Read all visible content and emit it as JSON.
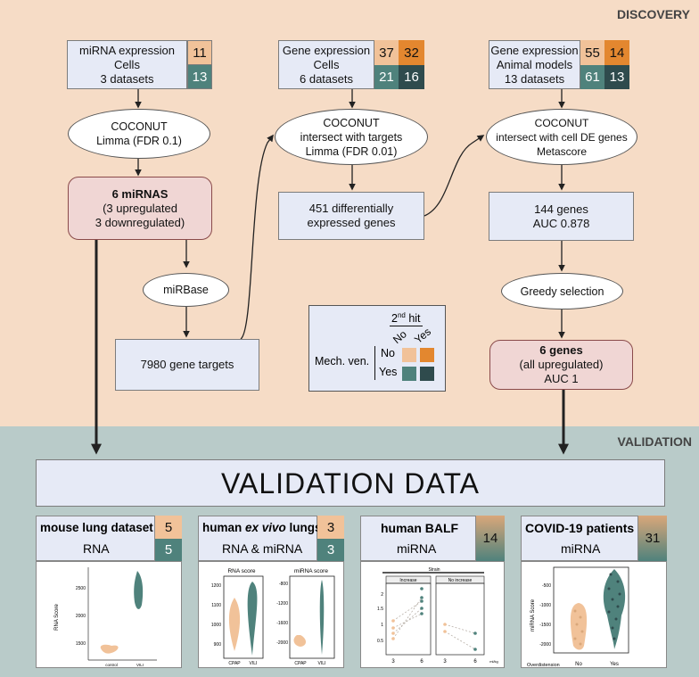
{
  "sections": {
    "discovery": "DISCOVERY",
    "validation": "VALIDATION"
  },
  "col1": {
    "input_lines": [
      "miRNA expression",
      "Cells",
      "3 datasets"
    ],
    "counts": {
      "top": "11",
      "bottom": "13"
    },
    "method_lines": [
      "COCONUT",
      "Limma (FDR 0.1)"
    ],
    "result_title": "6 miRNAS",
    "result_lines": [
      "(3 upregulated",
      "3 downregulated)"
    ],
    "db": "miRBase",
    "targets": "7980 gene targets"
  },
  "col2": {
    "input_lines": [
      "Gene expression",
      "Cells",
      "6 datasets"
    ],
    "counts": {
      "tl": "37",
      "tr": "32",
      "bl": "21",
      "br": "16"
    },
    "method_lines": [
      "COCONUT",
      "intersect with targets",
      "Limma (FDR 0.01)"
    ],
    "result_lines": [
      "451 differentially",
      "expressed genes"
    ]
  },
  "col3": {
    "input_lines": [
      "Gene expression",
      "Animal models",
      "13 datasets"
    ],
    "counts": {
      "tl": "55",
      "tr": "14",
      "bl": "61",
      "br": "13"
    },
    "method_lines": [
      "COCONUT",
      "intersect with cell DE genes",
      "Metascore"
    ],
    "result_lines": [
      "144 genes",
      "AUC 0.878"
    ],
    "selection": "Greedy selection",
    "final_title": "6 genes",
    "final_lines": [
      "(all upregulated)",
      "AUC 1"
    ]
  },
  "legend": {
    "hit_label": "2",
    "hit_sup": "nd",
    "hit_suffix": " hit",
    "col_no": "No",
    "col_yes": "Yes",
    "row_label": "Mech. ven.",
    "row_no": "No",
    "row_yes": "Yes"
  },
  "validation": {
    "title": "VALIDATION DATA",
    "panels": [
      {
        "title": "mouse lung dataset",
        "subtitle": "RNA",
        "counts": [
          "5",
          "5"
        ]
      },
      {
        "title_pre": "human ",
        "title_em": "ex vivo",
        "title_post": " lungs",
        "subtitle": "RNA & miRNA",
        "counts": [
          "3",
          "3"
        ]
      },
      {
        "title": "human BALF",
        "subtitle": "miRNA",
        "counts": [
          "14"
        ]
      },
      {
        "title": "COVID-19 patients",
        "subtitle": "miRNA",
        "counts": [
          "31"
        ]
      }
    ]
  },
  "colors": {
    "discovery_bg": "#f6dcc6",
    "validation_bg": "#b9cbc9",
    "light_orange": "#f1c299",
    "orange": "#e3872f",
    "teal": "#4f827c",
    "dark_teal": "#2f4b4d"
  },
  "chart_data": [
    {
      "type": "scatter",
      "ylabel": "RNA Score",
      "categories": [
        "control",
        "VILI"
      ],
      "yticks": [
        1500,
        2000,
        2500
      ],
      "series": [
        {
          "name": "control",
          "values": [
            1420,
            1380,
            1360,
            1400,
            1450
          ]
        },
        {
          "name": "VILI",
          "values": [
            2600,
            2250,
            2200,
            2150,
            2050
          ]
        }
      ]
    },
    {
      "type": "scatter",
      "title": "RNA score",
      "categories": [
        "CPAP",
        "VILI"
      ],
      "yticks": [
        900,
        1000,
        1100,
        1200
      ],
      "series": [
        {
          "name": "CPAP",
          "values": [
            1150,
            1050,
            930
          ]
        },
        {
          "name": "VILI",
          "values": [
            1240,
            1230,
            870
          ]
        }
      ]
    },
    {
      "type": "scatter",
      "title": "miRNA score",
      "categories": [
        "CPAP",
        "VILI"
      ],
      "yticks": [
        -800,
        -1200,
        -1600,
        -2000
      ],
      "series": [
        {
          "name": "CPAP",
          "values": [
            -1950,
            -2000,
            -2050
          ]
        },
        {
          "name": "VILI",
          "values": [
            -800,
            -1700,
            -2100
          ]
        }
      ]
    },
    {
      "type": "line",
      "title": "Strain",
      "facets": [
        "Increase",
        "No increase"
      ],
      "categories": [
        "3",
        "6"
      ],
      "xunit": "ml/kg",
      "yticks": [
        0.5,
        1.0,
        1.5,
        2.0
      ]
    },
    {
      "type": "scatter",
      "ylabel": "miRNA Score",
      "xlabel": "Overdistension",
      "categories": [
        "No",
        "Yes"
      ],
      "yticks": [
        -500,
        -1000,
        -1500,
        -2000
      ],
      "series": [
        {
          "name": "No",
          "values": [
            -950,
            -1050,
            -1200,
            -1350,
            -1500,
            -1700,
            -1800,
            -2000
          ]
        },
        {
          "name": "Yes",
          "values": [
            -350,
            -500,
            -650,
            -800,
            -900,
            -1000,
            -1100,
            -1200,
            -1300,
            -1450,
            -1600,
            -1750
          ]
        }
      ]
    }
  ]
}
